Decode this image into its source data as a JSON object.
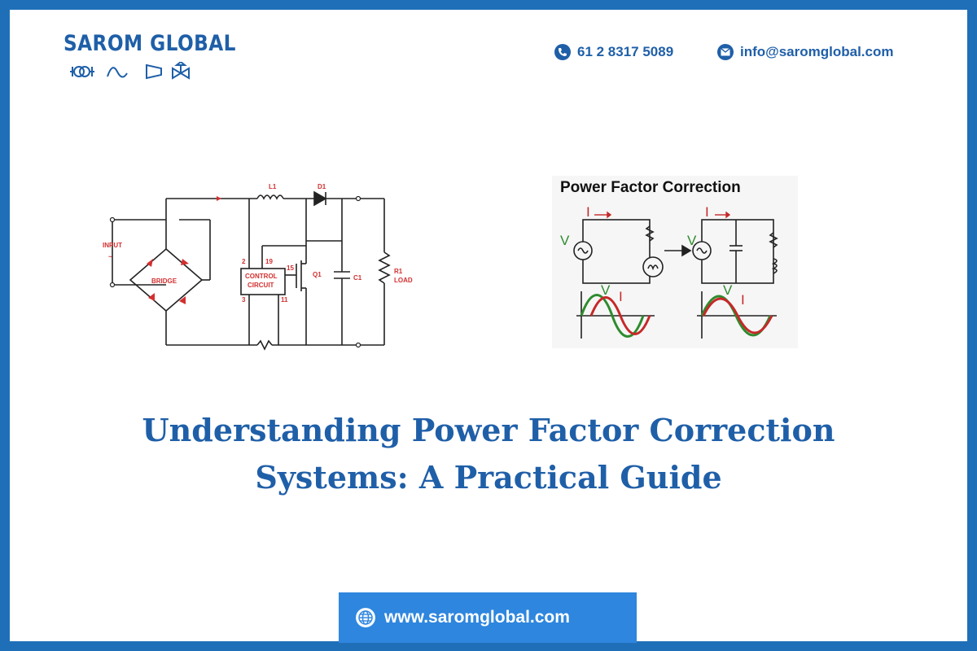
{
  "brand": {
    "name": "SAROM GLOBAL",
    "icons": [
      "transformer-icon",
      "sine-wave-icon",
      "pump-icon",
      "valve-icon"
    ]
  },
  "contact": {
    "phone": "61 2 8317 5089",
    "email": "info@saromglobal.com"
  },
  "circuit": {
    "labels": {
      "l1": "L1",
      "d1": "D1",
      "input": "INPUT",
      "bridge": "BRIDGE",
      "control_1": "CONTROL",
      "control_2": "CIRCUIT",
      "pin2": "2",
      "pin19": "19",
      "pin15": "15",
      "pin3": "3",
      "pin11": "11",
      "q1": "Q1",
      "c1": "C1",
      "r1": "R1",
      "load": "LOAD"
    }
  },
  "pfc": {
    "title": "Power Factor Correction",
    "current_label": "I",
    "voltage_label": "V"
  },
  "headline": {
    "line1": "Understanding Power Factor Correction",
    "line2": "Systems: A Practical Guide"
  },
  "footer": {
    "url": "www.saromglobal.com"
  },
  "colors": {
    "brand_blue": "#1f5fa8",
    "frame_blue": "#1f6fb8",
    "url_bar": "#2e86de",
    "wave_red": "#c62828",
    "wave_green": "#2e8b2e"
  }
}
